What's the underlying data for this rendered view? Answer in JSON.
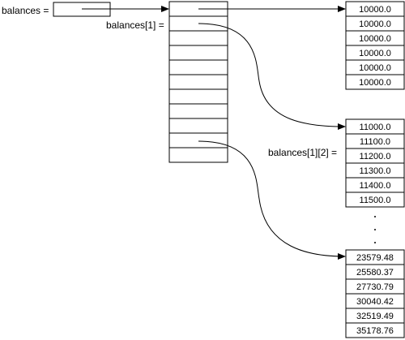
{
  "labels": {
    "balances": "balances =",
    "balances_1": "balances[1] =",
    "balances_1_2": "balances[1][2] ="
  },
  "arrays": {
    "row_0": [
      "10000.0",
      "10000.0",
      "10000.0",
      "10000.0",
      "10000.0",
      "10000.0"
    ],
    "row_1": [
      "11000.0",
      "11100.0",
      "11200.0",
      "11300.0",
      "11400.0",
      "11500.0"
    ],
    "row_last": [
      "23579.48",
      "25580.37",
      "27730.79",
      "30040.42",
      "32519.49",
      "35178.76"
    ]
  },
  "outer_array_cells": 11
}
